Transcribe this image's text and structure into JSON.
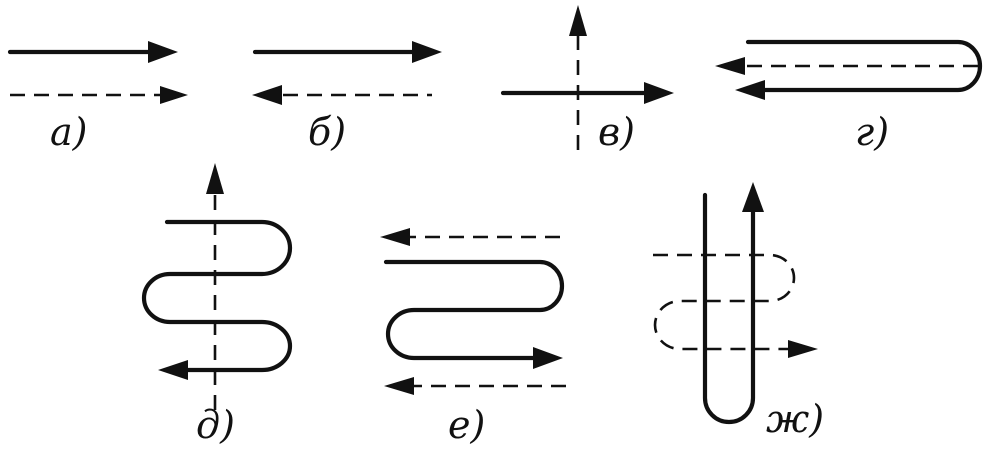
{
  "captions": {
    "a": "а)",
    "b": "б)",
    "v": "в)",
    "g": "г)",
    "d": "д)",
    "e": "е)",
    "zh": "ж)"
  },
  "legend": {
    "solid_line": "solid",
    "dashed_line": "dashed"
  }
}
